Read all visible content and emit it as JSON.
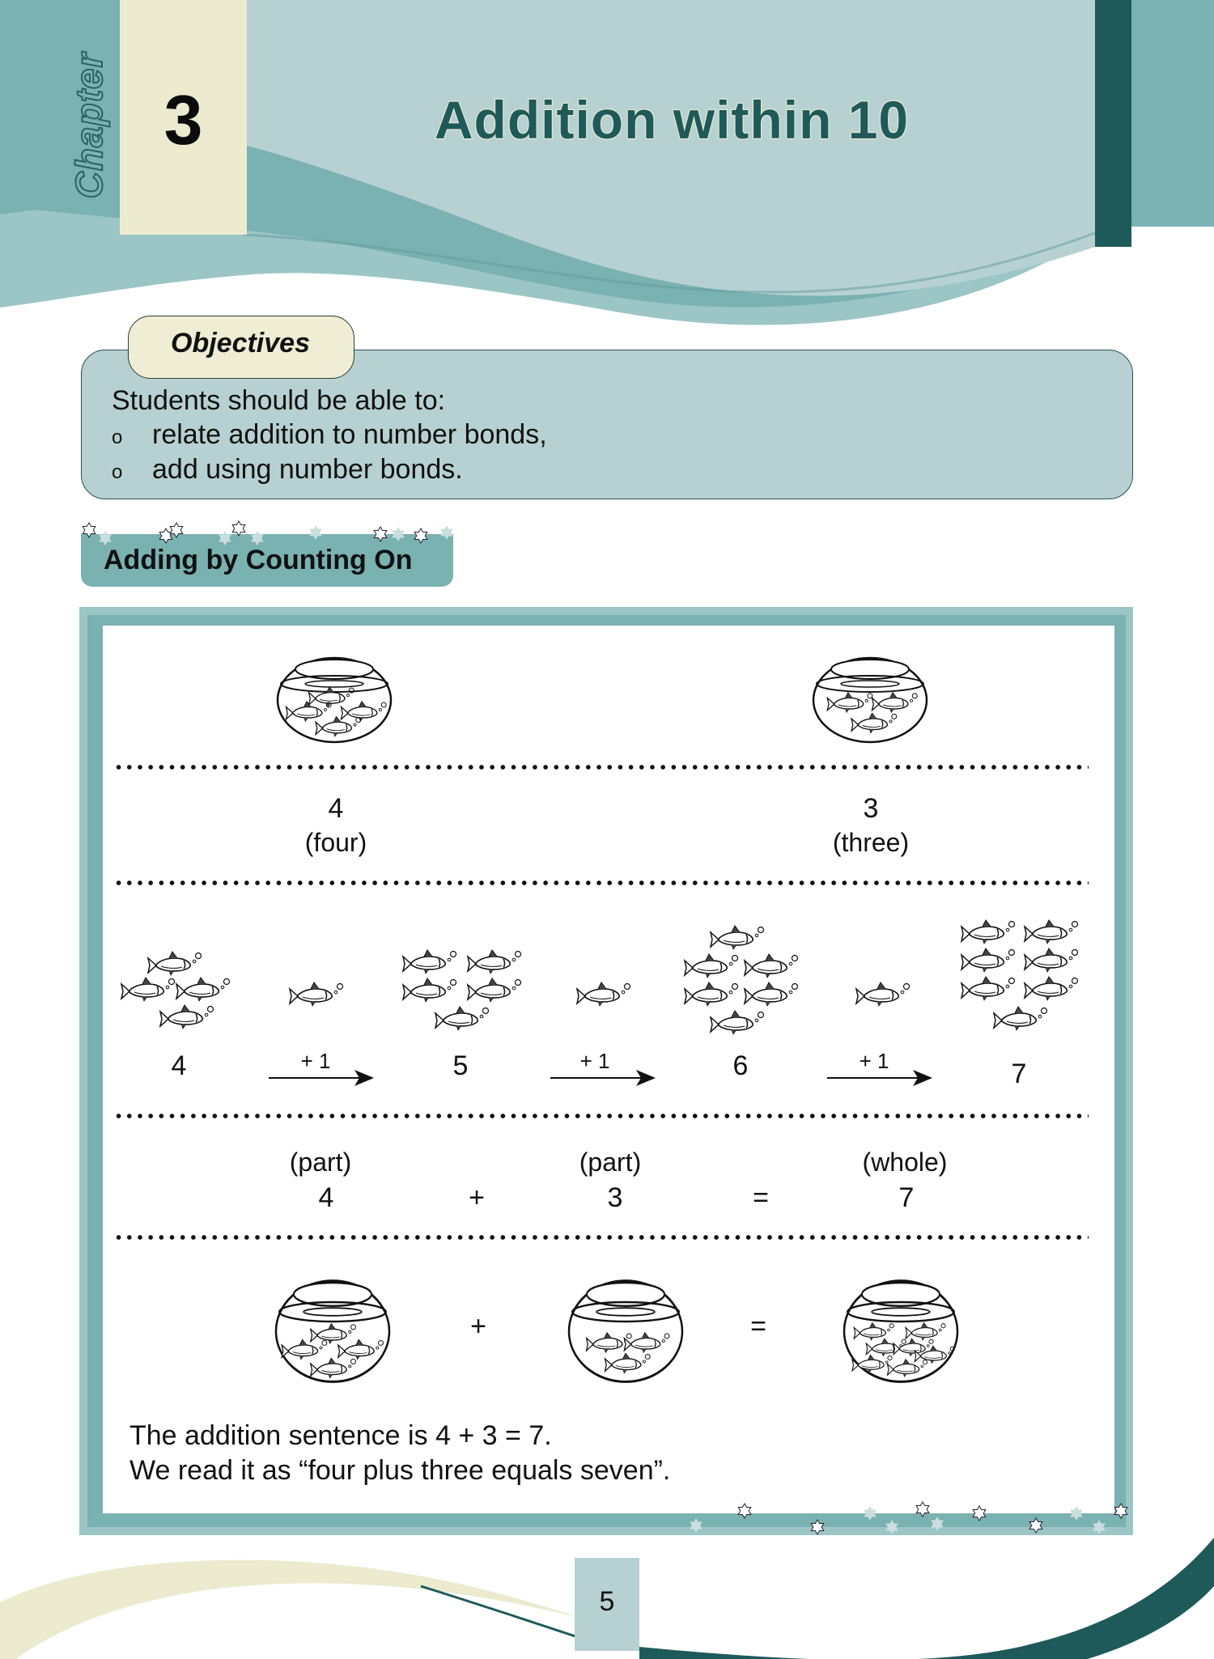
{
  "header": {
    "chapter_word": "Chapter",
    "chapter_number": "3",
    "title": "Addition within 10",
    "colors": {
      "band_light": "#b7d1d3",
      "band_mid": "#7ab1b1",
      "band_dark": "#1f5a5a",
      "cream": "#ecebd0"
    }
  },
  "objectives": {
    "tab_label": "Objectives",
    "intro": "Students should be able to:",
    "items": [
      {
        "bullet": "o",
        "text": "relate addition to number bonds,"
      },
      {
        "bullet": "o",
        "text": "add using number bonds."
      }
    ]
  },
  "section": {
    "title": "Adding by Counting On"
  },
  "content": {
    "bowls_top": [
      {
        "icon": "fishbowl-4-fish-icon",
        "fish_count": 4,
        "number": "4",
        "word": "(four)"
      },
      {
        "icon": "fishbowl-3-fish-icon",
        "fish_count": 3,
        "number": "3",
        "word": "(three)"
      }
    ],
    "counting_on": {
      "steps": [
        {
          "fish_count": 4,
          "number": "4"
        },
        {
          "fish_count": 5,
          "number": "5"
        },
        {
          "fish_count": 6,
          "number": "6"
        },
        {
          "fish_count": 7,
          "number": "7"
        }
      ],
      "arrows": [
        {
          "fish_count": 1,
          "label": "+ 1"
        },
        {
          "fish_count": 1,
          "label": "+ 1"
        },
        {
          "fish_count": 1,
          "label": "+ 1"
        }
      ]
    },
    "equation": {
      "part1_label": "(part)",
      "part1_value": "4",
      "plus": "+",
      "part2_label": "(part)",
      "part2_value": "3",
      "equals": "=",
      "whole_label": "(whole)",
      "whole_value": "7"
    },
    "bowls_equation": {
      "left_fish": 4,
      "plus": "+",
      "middle_fish": 3,
      "equals": "=",
      "right_fish": 7
    },
    "sentence_1": "The addition sentence is 4 + 3 = 7.",
    "sentence_2": "We read it as “four plus three equals seven”."
  },
  "footer": {
    "page_number": "5"
  }
}
